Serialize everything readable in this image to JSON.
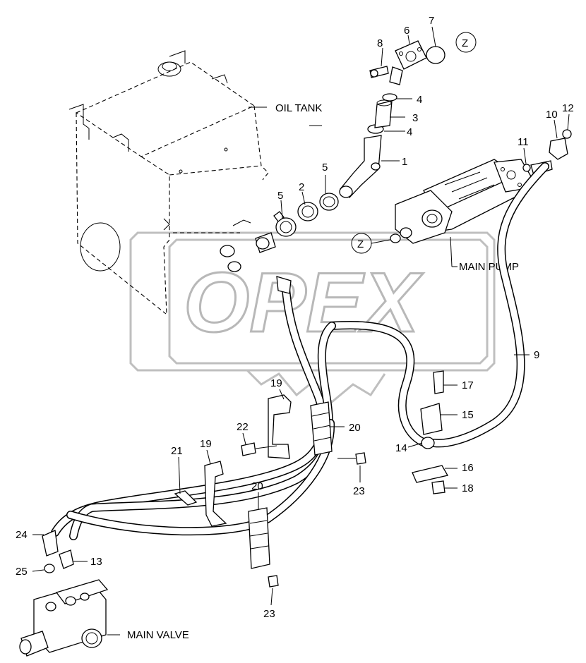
{
  "labels": {
    "oil_tank": "OIL TANK",
    "main_pump": "MAIN PUMP",
    "main_valve": "MAIN VALVE",
    "watermark": "OPEX",
    "ref_z": "Z"
  },
  "callouts": {
    "c1": "1",
    "c2": "2",
    "c3": "3",
    "c4a": "4",
    "c4b": "4",
    "c5a": "5",
    "c5b": "5",
    "c6": "6",
    "c7": "7",
    "c8": "8",
    "c9": "9",
    "c10": "10",
    "c11": "11",
    "c12": "12",
    "c13": "13",
    "c14": "14",
    "c15": "15",
    "c16": "16",
    "c17": "17",
    "c18": "18",
    "c19a": "19",
    "c19b": "19",
    "c20a": "20",
    "c20b": "20",
    "c21": "21",
    "c22": "22",
    "c23a": "23",
    "c23b": "23",
    "c24": "24",
    "c25": "25"
  }
}
